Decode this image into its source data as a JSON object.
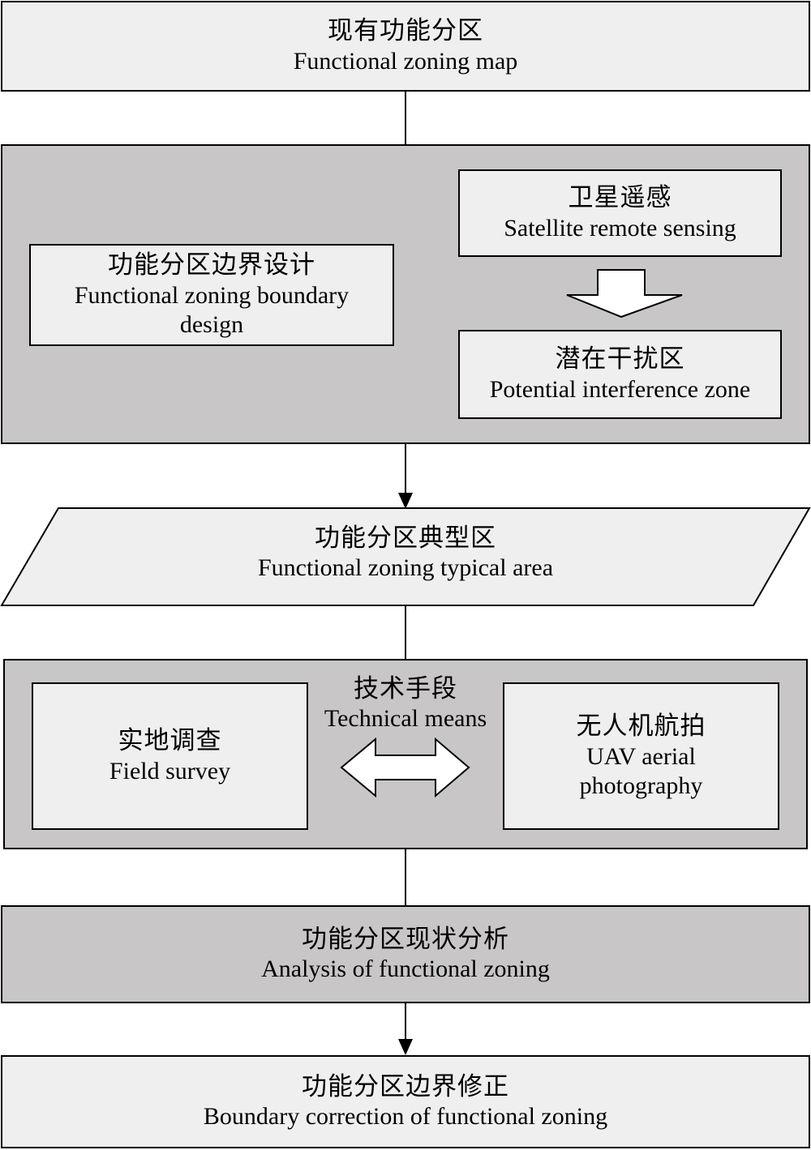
{
  "nodes": {
    "top": {
      "cn": "现有功能分区",
      "en": "Functional zoning map"
    },
    "boundary_design": {
      "cn": "功能分区边界设计",
      "en_line1": "Functional zoning boundary",
      "en_line2": "design"
    },
    "satellite": {
      "cn": "卫星遥感",
      "en": "Satellite remote sensing"
    },
    "interference": {
      "cn": "潜在干扰区",
      "en": "Potential interference zone"
    },
    "typical_area": {
      "cn": "功能分区典型区",
      "en": "Functional zoning typical area"
    },
    "technical_means": {
      "cn": "技术手段",
      "en": "Technical means"
    },
    "field_survey": {
      "cn": "实地调查",
      "en": "Field survey"
    },
    "uav": {
      "cn": "无人机航拍",
      "en_line1": "UAV aerial",
      "en_line2": "photography"
    },
    "analysis": {
      "cn": "功能分区现状分析",
      "en": "Analysis of functional zoning"
    },
    "correction": {
      "cn": "功能分区边界修正",
      "en": "Boundary correction of functional zoning"
    }
  },
  "colors": {
    "light_fill": "#efefef",
    "panel_fill": "#c8c6c7",
    "stroke": "#000000"
  }
}
